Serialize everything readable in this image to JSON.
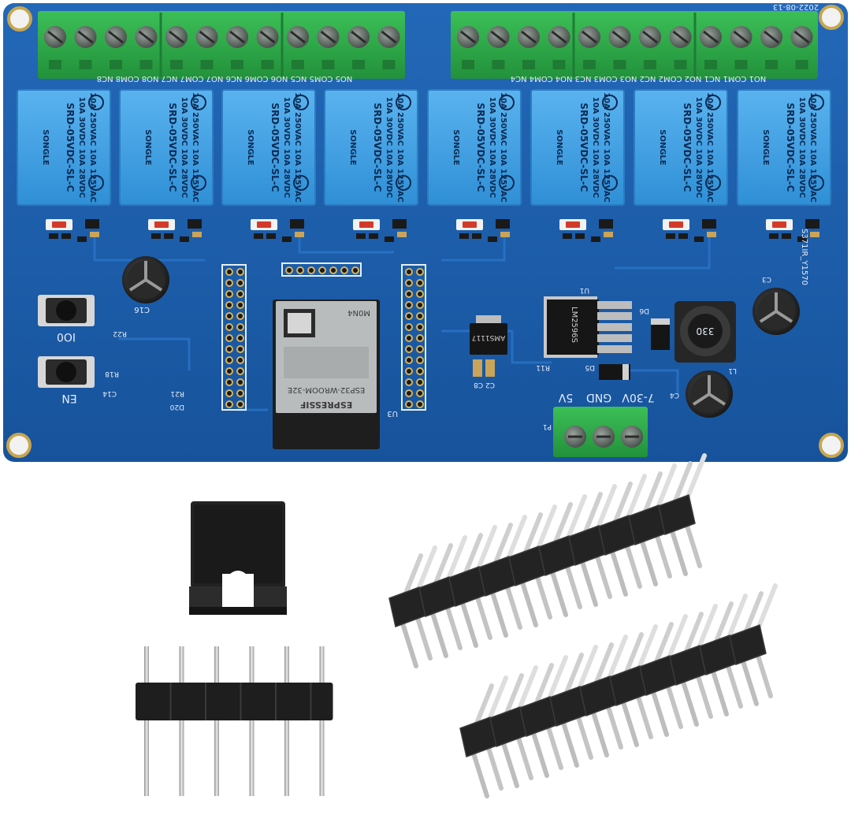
{
  "board": {
    "pcb_color": "#1b5fae",
    "terminal_color": "#2fa84a",
    "relay_color": "#3f9fe0",
    "relay_labels": {
      "brand": "SONGLE",
      "model": "SRD-05VDC-SL-C",
      "rating_ac": "10A 250VAC 10A 125VAC",
      "rating_dc": "10A 30VDC 10A 28VDC"
    },
    "terminal_labels_left": "NO5 COM5 NC5 NO6 COM6 NC6 NO7 COM7 NC7 NO8 COM8 NC8",
    "terminal_labels_right": "NO1 COM1 NC1 NO2 COM2 NC2 NO3 COM3 NC3 NO4 COM4 NC4",
    "module_brand": "ESPRESSIF",
    "module_name": "ESP32-WROOM-32E",
    "module_code": "M0N4",
    "reg_small": "AMS1117",
    "reg_large": "LM2596S",
    "inductor": "330",
    "buttons": [
      "IO0",
      "EN"
    ],
    "power_labels": [
      "5V",
      "GND",
      "7-30V"
    ],
    "board_id": "S371IR_Y1570",
    "date_code": "2022-08-13",
    "refs": {
      "u1": "U1",
      "u3": "U3",
      "p1": "P1",
      "c3": "C3",
      "c4": "C4",
      "c16": "C16",
      "c14": "C14",
      "d5": "D5",
      "d6": "D6",
      "d20": "D20",
      "r11": "R11",
      "r18": "R18",
      "r21": "R21",
      "r22": "R22",
      "l1": "L1",
      "c2c8": "C2 C8"
    }
  },
  "accessories": {
    "jumper_color": "#1c1c1c",
    "header_pin_color": "#c8c8c8",
    "header_base_color": "#1e1e1e",
    "header_6pin_count": 6,
    "header_10pin_count": 10
  }
}
